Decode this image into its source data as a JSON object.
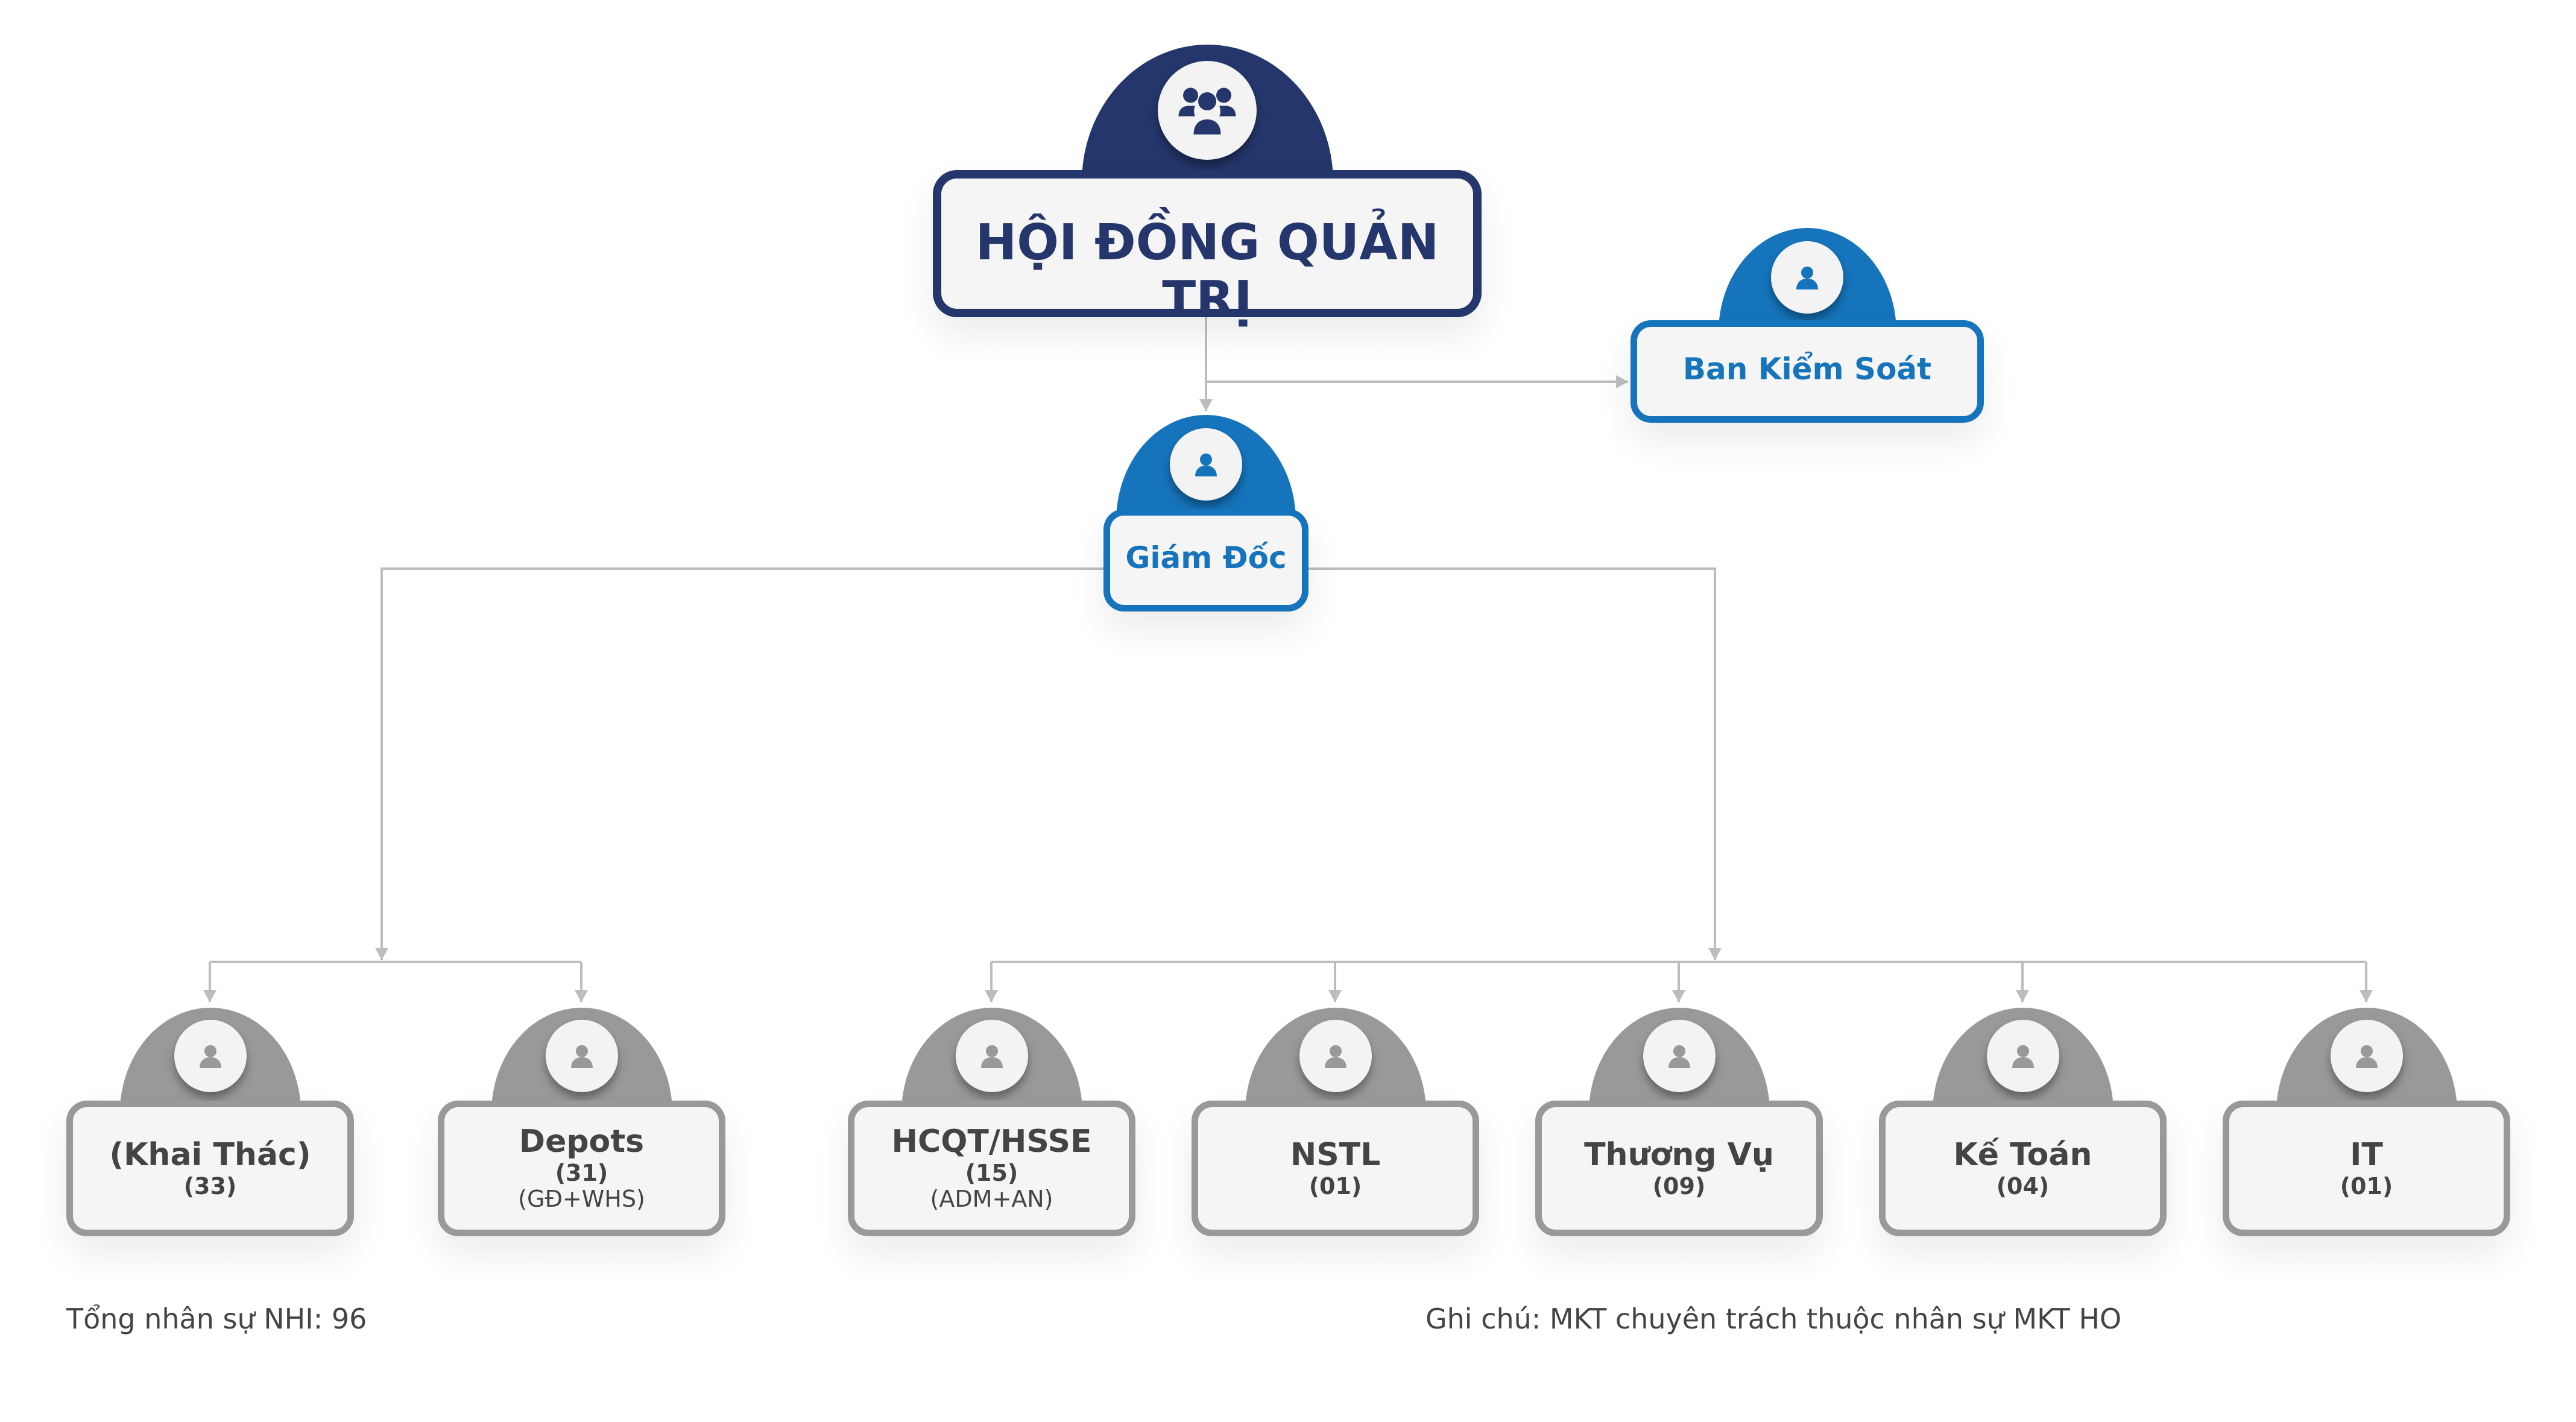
{
  "colors": {
    "navy": "#24366b",
    "blue": "#1574bb",
    "gray": "#999999",
    "line": "#bdbdbd"
  },
  "top": {
    "name": "HỘI ĐỒNG QUẢN TRỊ",
    "icon": "users-group-icon"
  },
  "supervisory": {
    "name": "Ban Kiểm Soát",
    "icon": "user-icon"
  },
  "director": {
    "name": "Giám Đốc",
    "icon": "user-icon"
  },
  "departments": [
    {
      "name": "(Khai Thác)",
      "count": "(33)"
    },
    {
      "name": "Depots",
      "count": "(31)",
      "sub": "(GĐ+WHS)"
    },
    {
      "name": "HCQT/HSSE",
      "count": "(15)",
      "sub": "(ADM+AN)"
    },
    {
      "name": "NSTL",
      "count": "(01)"
    },
    {
      "name": "Thương Vụ",
      "count": "(09)"
    },
    {
      "name": "Kế Toán",
      "count": "(04)"
    },
    {
      "name": "IT",
      "count": "(01)"
    }
  ],
  "footer": {
    "total": "Tổng nhân sự NHI: 96",
    "note": "Ghi chú: MKT chuyên trách thuộc nhân sự MKT HO"
  }
}
